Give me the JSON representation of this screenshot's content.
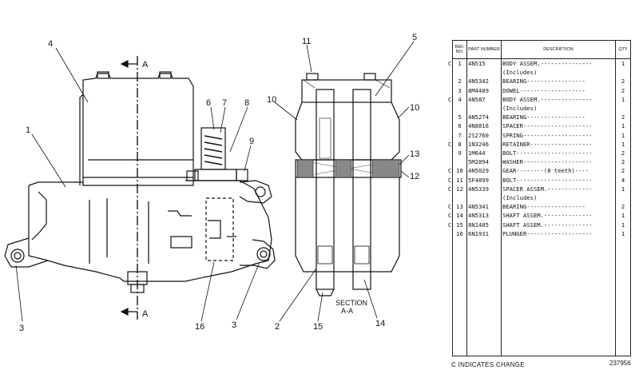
{
  "callouts": {
    "c1": "1",
    "c3a": "3",
    "c3b": "3",
    "c4": "4",
    "c6": "6",
    "c7": "7",
    "c8": "8",
    "c9": "9",
    "c16": "16",
    "c11": "11",
    "c5": "5",
    "c10a": "10",
    "c10b": "10",
    "c13": "13",
    "c12": "12",
    "c2": "2",
    "c15": "15",
    "c14": "14",
    "arrowA_top": "A",
    "arrowA_bot": "A"
  },
  "section_label": {
    "line1": "SECTION",
    "line2": "A-A"
  },
  "table": {
    "header": {
      "ref": "REF. NO.",
      "part": "PART NUMBER",
      "desc": "DESCRIPTION",
      "qty": "QTY"
    },
    "rows": [
      {
        "chg": "C",
        "ref": "1",
        "part": "4N515",
        "desc": "BODY ASSEM.---------------",
        "qty": "1"
      },
      {
        "chg": "",
        "ref": "",
        "part": "",
        "desc": "  (Includes)",
        "qty": ""
      },
      {
        "chg": "",
        "ref": "2",
        "part": "4N5342",
        "desc": "   BEARING-----------------",
        "qty": "2"
      },
      {
        "chg": "",
        "ref": "3",
        "part": "8M4489",
        "desc": "   DOWEL-------------------",
        "qty": "2"
      },
      {
        "chg": "C",
        "ref": "4",
        "part": "4N587",
        "desc": "BODY ASSEM.---------------",
        "qty": "1"
      },
      {
        "chg": "",
        "ref": "",
        "part": "",
        "desc": "  (Includes)",
        "qty": ""
      },
      {
        "chg": "",
        "ref": "5",
        "part": "4N5274",
        "desc": "   BEARING-----------------",
        "qty": "2"
      },
      {
        "chg": "",
        "ref": "6",
        "part": "4N8816",
        "desc": "SPACER--------------------",
        "qty": "1"
      },
      {
        "chg": "",
        "ref": "7",
        "part": "2S2760",
        "desc": "SPRING--------------------",
        "qty": "1"
      },
      {
        "chg": "C",
        "ref": "8",
        "part": "1N3246",
        "desc": "RETAINER------------------",
        "qty": "1"
      },
      {
        "chg": "",
        "ref": "9",
        "part": "1M644",
        "desc": "BOLT----------------------",
        "qty": "2"
      },
      {
        "chg": "",
        "ref": "",
        "part": "5M2894",
        "desc": "WASHER--------------------",
        "qty": "2"
      },
      {
        "chg": "C",
        "ref": "10",
        "part": "4N5029",
        "desc": "GEAR--------(8 teeth)----",
        "qty": "2"
      },
      {
        "chg": "C",
        "ref": "11",
        "part": "5F4899",
        "desc": "BOLT----------------------",
        "qty": "4"
      },
      {
        "chg": "C",
        "ref": "12",
        "part": "4N5339",
        "desc": "SPACER ASSEM.-------------",
        "qty": "1"
      },
      {
        "chg": "",
        "ref": "",
        "part": "",
        "desc": "  (Includes)",
        "qty": ""
      },
      {
        "chg": "C",
        "ref": "13",
        "part": "4N5341",
        "desc": "   BEARING-----------------",
        "qty": "2"
      },
      {
        "chg": "C",
        "ref": "14",
        "part": "4N5313",
        "desc": "SHAFT ASSEM.--------------",
        "qty": "1"
      },
      {
        "chg": "C",
        "ref": "15",
        "part": "8N1405",
        "desc": "SHAFT ASSEM.--------------",
        "qty": "1"
      },
      {
        "chg": "",
        "ref": "16",
        "part": "6N1931",
        "desc": "PLUNGER-------------------",
        "qty": "1"
      }
    ]
  },
  "footer": {
    "note": "C INDICATES CHANGE",
    "drawing_no": "237956"
  }
}
